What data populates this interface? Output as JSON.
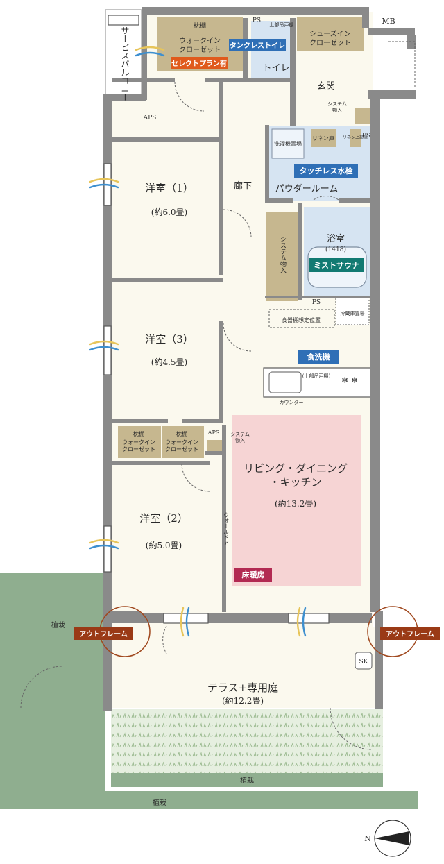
{
  "rooms": {
    "service_balcony": "サービスバルコニー",
    "shelf_top": "枕棚",
    "walkin_closet": "ウォークイン\nクローゼット",
    "ps": "PS",
    "upper_cabinet": "上部吊戸棚",
    "shoes_closet": "シューズイン\nクローゼット",
    "mb": "MB",
    "toilet": "トイレ",
    "entrance": "玄関",
    "aps": "APS",
    "system_storage": "システム\n物入",
    "laundry": "洗濯機置場",
    "linen": "リネン庫",
    "linen_upper": "リネン上部庫",
    "powder_room": "パウダールーム",
    "hallway": "廊下",
    "bathroom": "浴室",
    "bath_size": "(1418)",
    "system_storage_vertical": "システム物入",
    "western1": "洋室（1）",
    "western1_size": "(約6.0畳)",
    "western3": "洋室（3）",
    "western3_size": "(約4.5畳)",
    "western2": "洋室（2）",
    "western2_size": "(約5.0畳)",
    "ps2": "PS",
    "dish_shelf": "食器棚想定位置",
    "fridge": "冷蔵庫置場",
    "kitchen_upper": "(上部吊戸棚)",
    "counter": "カウンター",
    "shelf_a": "枕棚",
    "closet_a": "ウォークイン\nクローゼット",
    "shelf_b": "枕棚",
    "closet_b": "ウォークイン\nクローゼット",
    "aps2": "APS",
    "system_storage2": "システム\n物入",
    "ldk": "リビング・ダイニング\n・キッチン",
    "ldk_size": "(約13.2畳)",
    "walldoor": "ウォールドア",
    "planting_left": "植栽",
    "terrace": "テラス+専用庭",
    "terrace_size": "(約12.2畳)",
    "sk": "SK",
    "planting_bottom": "植栽",
    "planting_bottom2": "植栽"
  },
  "tags": {
    "tankless_toilet": "タンクレストイレ",
    "select_plan": "セレクトプラン有",
    "touchless_faucet": "タッチレス水栓",
    "mist_sauna": "ミストサウナ",
    "dishwasher": "食洗機",
    "floor_heating": "床暖房",
    "outframe_left": "アウトフレーム",
    "outframe_right": "アウトフレーム"
  },
  "compass": {
    "north": "N"
  },
  "colors": {
    "wall": "#8a8a8a",
    "floor": "#fbf9ee",
    "closet": "#c6b78f",
    "wet": "#d6e4f2",
    "ldk_heat": "#f6d4d4",
    "garden": "#8fae8f",
    "garden_light": "#e6efe0",
    "blue_tag": "#2f6fb6",
    "orange_tag": "#e05a1c",
    "teal_tag": "#127a72",
    "red_tag": "#b22a52",
    "brown_tag": "#9a3a16"
  }
}
